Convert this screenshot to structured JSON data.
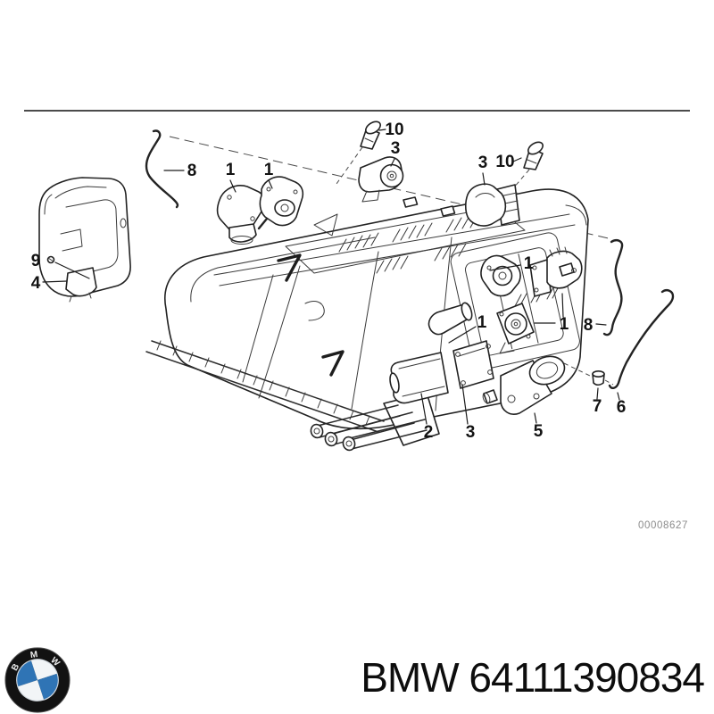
{
  "diagram": {
    "id_label": "00008627",
    "callouts": [
      "8",
      "1",
      "1",
      "10",
      "3",
      "3",
      "10",
      "9",
      "4",
      "1",
      "1",
      "1",
      "8",
      "2",
      "3",
      "5",
      "7",
      "6"
    ]
  },
  "footer": {
    "brand": "BMW",
    "part_number": "64111390834",
    "logo_letters": [
      "B",
      "M",
      "W"
    ],
    "logo_colors": {
      "ring": "#121212",
      "blue": "#2f74b5",
      "white": "#f2f5f7"
    }
  }
}
